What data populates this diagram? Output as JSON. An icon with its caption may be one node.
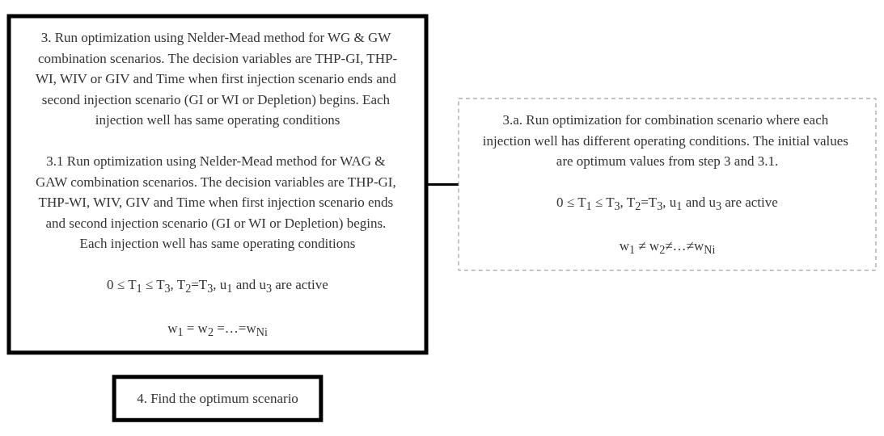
{
  "diagram": {
    "nodes": [
      {
        "text": [
          "3. Run optimization using Nelder-Mead method for WG & GW combination scenarios. The decision variables are THP-GI, THP-WI, WIV or GIV and Time when first injection scenario ends and second injection scenario (GI or WI or Depletion) begins. Each injection well has same operating conditions",
          "3.1 Run optimization using Nelder-Mead method for WAG & GAW combination scenarios. The decision variables are THP-GI, THP-WI, WIV, GIV and Time when first injection scenario ends and second injection scenario (GI or WI or Depletion) begins. Each injection well has same operating conditions",
          "0 ≤ T$_{1}$ ≤ T$_{3}$, T$_{2}$=T$_{3}$, u$_{1}$ and u$_{3}$ are active",
          "w$_{1}$ = w$_{2}$ =…=w$_{Ni}$"
        ]
      },
      {
        "text": [
          "3.a. Run optimization for combination scenario where each injection well has different operating conditions. The initial values are optimum values from step 3 and 3.1.",
          "0 ≤ T$_{1}$ ≤ T$_{3}$, T$_{2}$=T$_{3}$, u$_{1}$ and u$_{3}$ are active",
          "w$_{1}$ ≠ w$_{2}$≠…≠w$_{Ni}$"
        ]
      },
      {
        "text": [
          "4. Find the optimum scenario"
        ]
      }
    ],
    "edges": [
      {
        "from": 0,
        "to": 1,
        "arrow": "none"
      }
    ]
  }
}
